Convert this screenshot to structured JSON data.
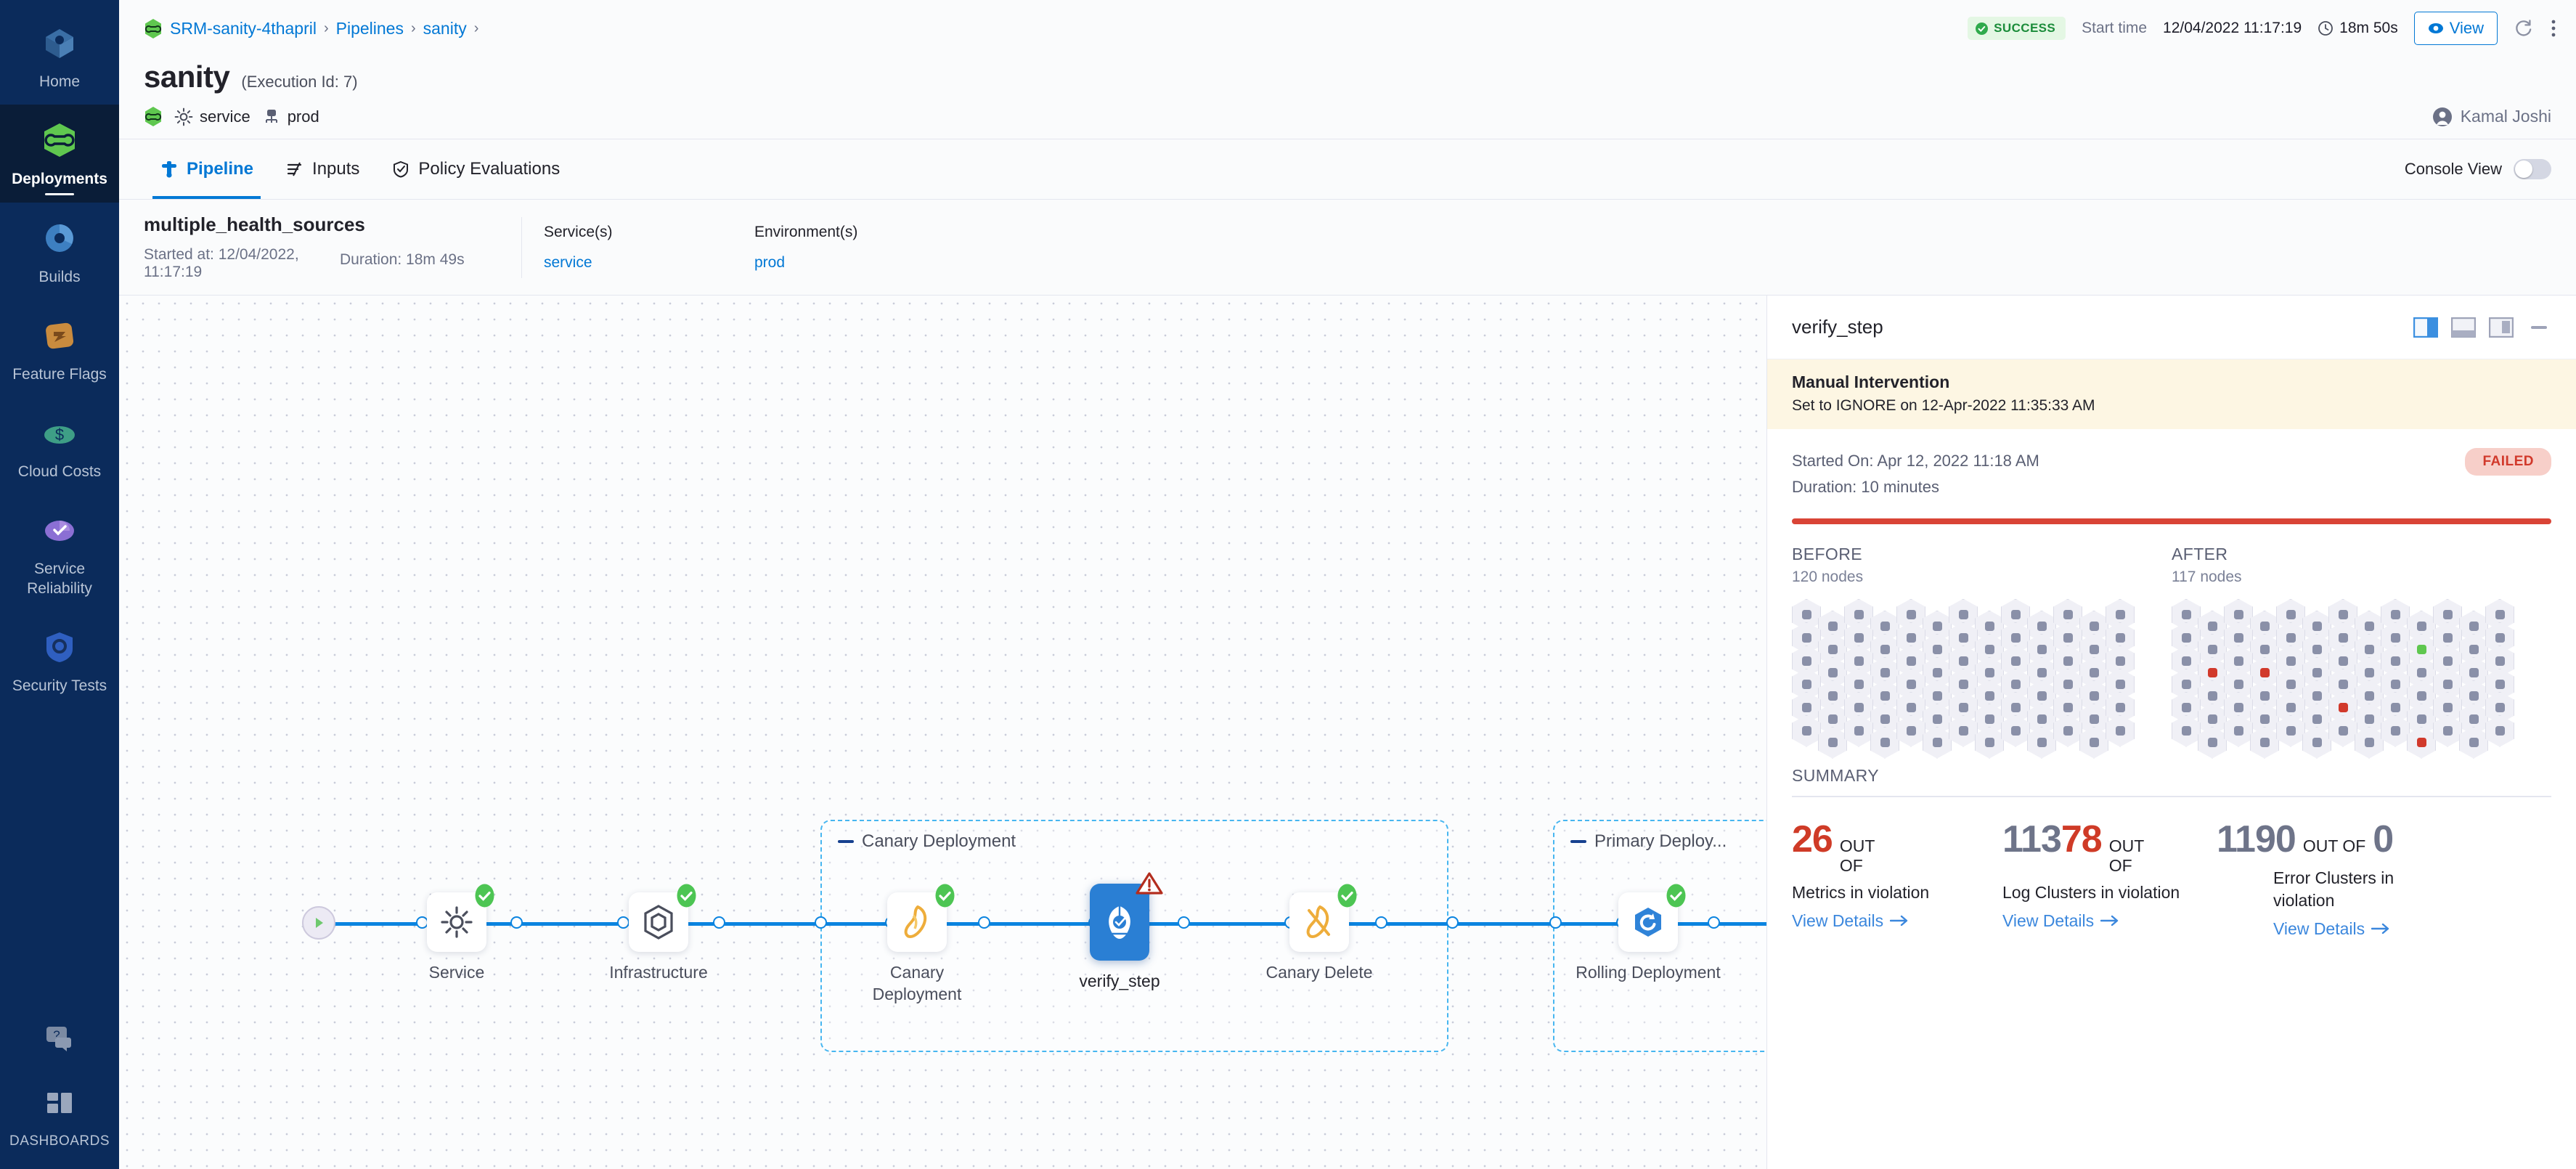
{
  "sidebar": {
    "items": [
      {
        "label": "Home",
        "icon": "home-cube-icon",
        "active": false
      },
      {
        "label": "Deployments",
        "icon": "deployments-hexagon-icon",
        "active": true
      },
      {
        "label": "Builds",
        "icon": "builds-icon",
        "active": false
      },
      {
        "label": "Feature Flags",
        "icon": "feature-flags-icon",
        "active": false
      },
      {
        "label": "Cloud Costs",
        "icon": "cloud-costs-icon",
        "active": false
      },
      {
        "label": "Service Reliability",
        "icon": "service-reliability-icon",
        "active": false
      },
      {
        "label": "Security Tests",
        "icon": "security-tests-shield-icon",
        "active": false
      }
    ],
    "help_icon": "help-chat-icon",
    "dashboards": {
      "label": "DASHBOARDS",
      "icon": "dashboards-grid-icon"
    }
  },
  "breadcrumbs": [
    {
      "label": "SRM-sanity-4thapril"
    },
    {
      "label": "Pipelines"
    },
    {
      "label": "sanity"
    }
  ],
  "topbar": {
    "status_badge": "SUCCESS",
    "start_time_label": "Start time",
    "start_time_value": "12/04/2022 11:17:19",
    "duration": "18m 50s",
    "view_button": "View",
    "refresh_icon": "refresh-icon",
    "more_icon": "more-vertical-icon"
  },
  "header": {
    "title": "sanity",
    "execution_id": "(Execution Id: 7)",
    "service_chip": "service",
    "environment_chip": "prod",
    "user": "Kamal Joshi"
  },
  "tabs": [
    {
      "label": "Pipeline",
      "icon": "pipeline-icon",
      "active": true
    },
    {
      "label": "Inputs",
      "icon": "inputs-icon",
      "active": false
    },
    {
      "label": "Policy Evaluations",
      "icon": "policy-shield-icon",
      "active": false
    }
  ],
  "console_view": {
    "label": "Console View",
    "enabled": false
  },
  "exec_strip": {
    "stage_name": "multiple_health_sources",
    "started_at": "Started at: 12/04/2022, 11:17:19",
    "duration": "Duration: 18m 49s",
    "services_label": "Service(s)",
    "services_value": "service",
    "environments_label": "Environment(s)",
    "environments_value": "prod"
  },
  "graph": {
    "groups": [
      {
        "label": "Canary Deployment"
      },
      {
        "label": "Primary Deploy..."
      }
    ],
    "nodes": [
      {
        "label": "Service",
        "icon": "gear-icon",
        "status": "success",
        "selected": false
      },
      {
        "label": "Infrastructure",
        "icon": "infrastructure-hexagon-icon",
        "status": "success",
        "selected": false
      },
      {
        "label": "Canary Deployment",
        "icon": "canary-bird-icon",
        "status": "success",
        "selected": false
      },
      {
        "label": "verify_step",
        "icon": "verify-icon",
        "status": "warning",
        "selected": true
      },
      {
        "label": "Canary Delete",
        "icon": "canary-delete-icon",
        "status": "success",
        "selected": false
      },
      {
        "label": "Rolling Deployment",
        "icon": "rolling-deployment-icon",
        "status": "success",
        "selected": false
      }
    ],
    "controls": [
      {
        "icon": "fit-screen-icon"
      },
      {
        "icon": "select-area-icon"
      },
      {
        "icon": "zoom-in-icon"
      },
      {
        "icon": "zoom-out-icon"
      }
    ]
  },
  "panel": {
    "title": "verify_step",
    "layout_icons": [
      {
        "icon": "panel-right-icon",
        "active": true
      },
      {
        "icon": "panel-bottom-icon",
        "active": false
      },
      {
        "icon": "panel-float-icon",
        "active": false
      },
      {
        "icon": "panel-minimize-icon",
        "active": false
      }
    ],
    "manual_intervention": {
      "title": "Manual Intervention",
      "subtitle": "Set to IGNORE on 12-Apr-2022 11:35:33 AM"
    },
    "started_on": "Started On: Apr 12, 2022 11:18 AM",
    "duration": "Duration: 10 minutes",
    "status_badge": "FAILED",
    "before": {
      "title": "BEFORE",
      "count": "120 nodes"
    },
    "after": {
      "title": "AFTER",
      "count": "117 nodes"
    },
    "summary_label": "SUMMARY",
    "stats": [
      {
        "value": "26",
        "value_color": "red",
        "out_of": "OUT OF",
        "description": "Metrics in violation",
        "link": "View Details"
      },
      {
        "value": "11378",
        "value_prefix": "113",
        "value_suffix": "78",
        "value_color": "split",
        "out_of": "OUT OF",
        "description": "Log Clusters in violation",
        "link": "View Details"
      },
      {
        "value": "1190",
        "value_color": "gray",
        "out_of": "OUT OF",
        "out_of_value": "0",
        "description": "Error Clusters in violation",
        "link": "View Details"
      }
    ]
  },
  "colors": {
    "accent_blue": "#0278d5",
    "success_green": "#4dc553",
    "fail_red": "#d94436",
    "warn_orange": "#e8a33d",
    "nav_bg": "#0b2b5b"
  }
}
